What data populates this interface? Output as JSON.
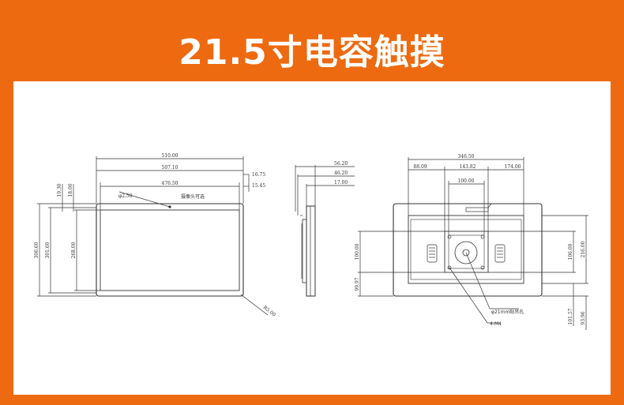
{
  "title": "21.5寸电容触摸",
  "front": {
    "width_overall": "510.00",
    "width_outer": "507.10",
    "width_screen": "476.50",
    "right_margin_1": "16.75",
    "right_margin_2": "15.45",
    "top_margin_1": "19.30",
    "top_margin_2": "18.00",
    "camera_dia": "φ2.50",
    "camera_note": "摄像头可选",
    "height_overall": "306.60",
    "height_outer": "301.60",
    "height_screen": "268.00",
    "corner_dim": "R5.00"
  },
  "side": {
    "depth_overall": "56.20",
    "depth_mid": "46.20",
    "depth_front": "17.00"
  },
  "back": {
    "width_back": "346.50",
    "left_offset": "88.09",
    "center_span": "143.82",
    "right_offset": "174.00",
    "vesa_h": "100.00",
    "left_vert": "100.00",
    "bottom_left": "99.97",
    "right_vert_inner": "106.00",
    "right_vert_outer": "216.00",
    "bottom_right_1": "101.57",
    "bottom_right_2": "93.96",
    "hole_note": "φ21mm贴吊孔",
    "screw_note": "4-M4"
  }
}
